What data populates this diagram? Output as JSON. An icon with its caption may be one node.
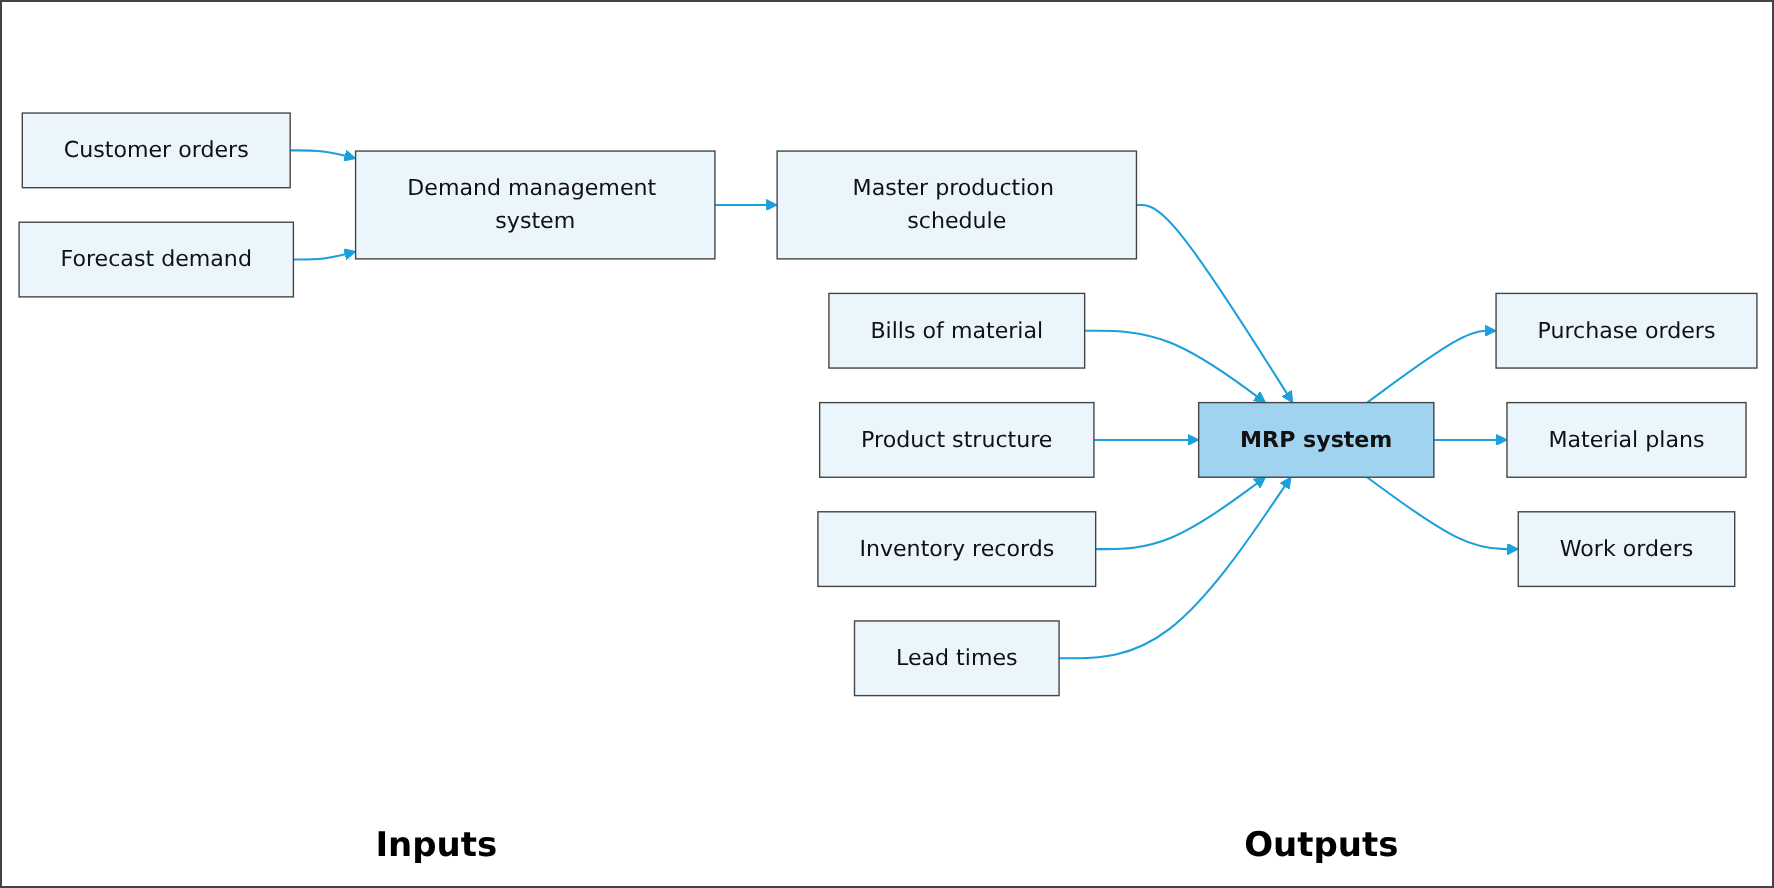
{
  "diagram": {
    "nodes": [
      {
        "text": [
          "Customer orders"
        ]
      },
      {
        "text": [
          "Bills of material"
        ]
      },
      {
        "text": [
          "Product structure"
        ]
      },
      {
        "text": [
          "Purchase orders"
        ]
      },
      {
        "text": [
          "Demand management system"
        ]
      },
      {
        "text": [
          "Master production schedule"
        ]
      },
      {
        "text": [
          "MRP system"
        ]
      },
      {
        "text": [
          "Material plans"
        ]
      },
      {
        "text": [
          "Forecast demand"
        ]
      },
      {
        "text": [
          "Inventory records"
        ]
      },
      {
        "text": [
          "Lead times"
        ]
      },
      {
        "text": [
          "Work orders"
        ]
      }
    ],
    "edges": [
      {
        "from": 0,
        "to": 4,
        "arrow": "to"
      },
      {
        "from": 8,
        "to": 4,
        "arrow": "to"
      },
      {
        "from": 4,
        "to": 5,
        "arrow": "to"
      },
      {
        "from": 5,
        "to": 6,
        "arrow": "to"
      },
      {
        "from": 1,
        "to": 6,
        "arrow": "to"
      },
      {
        "from": 2,
        "to": 6,
        "arrow": "to"
      },
      {
        "from": 9,
        "to": 6,
        "arrow": "to"
      },
      {
        "from": 10,
        "to": 6,
        "arrow": "to"
      },
      {
        "from": 6,
        "to": 3,
        "arrow": "to"
      },
      {
        "from": 6,
        "to": 7,
        "arrow": "to"
      },
      {
        "from": 6,
        "to": 11,
        "arrow": "to"
      }
    ],
    "labels": [
      "Inputs",
      "Outputs"
    ]
  }
}
